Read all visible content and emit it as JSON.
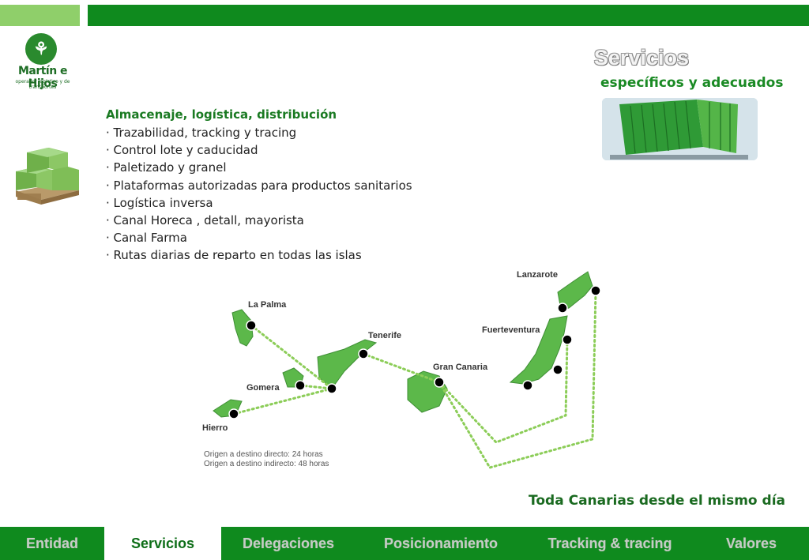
{
  "brand": {
    "name": "Martín e Hijos",
    "tagline": "operador logístico y de transportes",
    "icon": "mh-logo-icon"
  },
  "section": {
    "title": "Servicios",
    "subtitle": "específicos y adecuados"
  },
  "services": {
    "heading": "Almacenaje, logística, distribución",
    "items": [
      "· Trazabilidad, tracking y tracing",
      "· Control lote y caducidad",
      "· Paletizado y granel",
      "· Plataformas autorizadas para productos sanitarios",
      "· Logística inversa",
      "· Canal Horeca , detall, mayorista",
      "· Canal Farma",
      "· Rutas diarias de reparto en todas las islas"
    ]
  },
  "map": {
    "islands": {
      "lanzarote": "Lanzarote",
      "la_palma": "La Palma",
      "tenerife": "Tenerife",
      "fuerteventura": "Fuerteventura",
      "gran_canaria": "Gran Canaria",
      "gomera": "Gomera",
      "hierro": "Hierro"
    },
    "legend": {
      "direct": "Origen a destino directo: 24 horas",
      "indirect": "Origen a destino indirecto: 48 horas"
    }
  },
  "tagline": "Toda Canarias desde el mismo día",
  "nav": {
    "items": [
      "Entidad",
      "Servicios",
      "Delegaciones",
      "Posicionamiento",
      "Tracking & tracing",
      "Valores"
    ],
    "active": "Servicios"
  },
  "colors": {
    "primary": "#0f8a1e",
    "accent_light": "#8fcf6a",
    "island": "#5cb84a"
  }
}
